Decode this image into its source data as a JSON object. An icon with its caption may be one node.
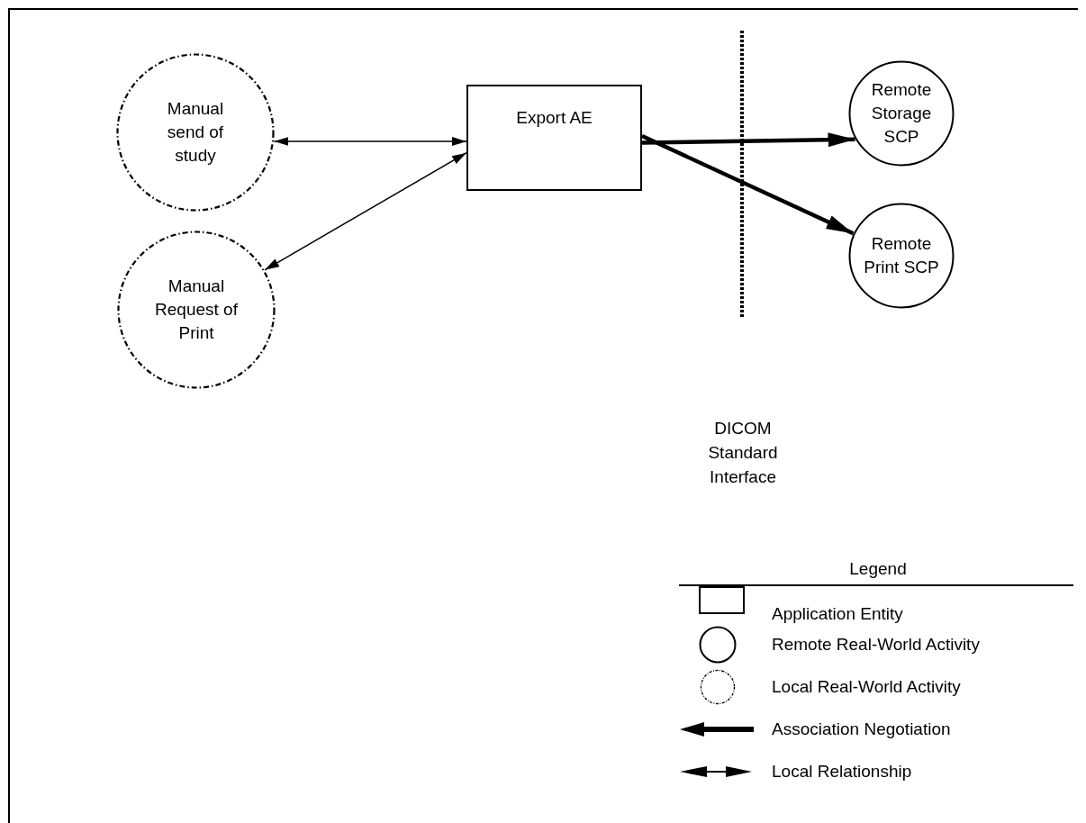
{
  "diagram": {
    "nodes": [
      {
        "text": [
          "Manual send of study"
        ]
      },
      {
        "text": [
          "Manual Request of Print"
        ]
      },
      {
        "text": [
          "Export AE"
        ]
      },
      {
        "text": [
          "Remote Storage SCP"
        ]
      },
      {
        "text": [
          "Remote Print SCP"
        ]
      }
    ],
    "edges": [
      {
        "from": 0,
        "to": 2,
        "arrow": "both"
      },
      {
        "from": 1,
        "to": 2,
        "arrow": "both"
      },
      {
        "from": 2,
        "to": 3,
        "arrow": "to",
        "style": "thick"
      },
      {
        "from": 2,
        "to": 4,
        "arrow": "to",
        "style": "thick"
      }
    ],
    "labels": [
      "DICOM Standard Interface",
      "Legend"
    ],
    "legend": [
      {
        "text": "Application Entity"
      },
      {
        "text": "Remote Real-World Activity"
      },
      {
        "text": "Local Real-World Activity"
      },
      {
        "text": "Association Negotiation"
      },
      {
        "text": "Local Relationship"
      }
    ]
  }
}
